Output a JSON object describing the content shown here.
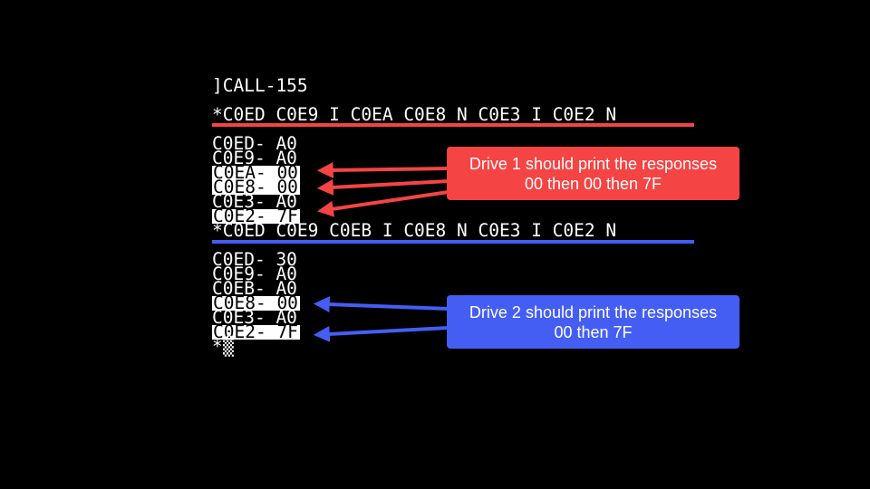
{
  "terminal": {
    "prompt_line": "]CALL-155",
    "command_drive1": "*C0ED C0E9 I C0EA C0E8 N C0E3 I C0E2 N",
    "drive1_responses": [
      {
        "text": "C0ED- A0",
        "highlighted": false
      },
      {
        "text": "C0E9- A0",
        "highlighted": false
      },
      {
        "text": "C0EA- 00",
        "highlighted": true
      },
      {
        "text": "C0E8- 00",
        "highlighted": true
      },
      {
        "text": "C0E3- A0",
        "highlighted": false
      },
      {
        "text": "C0E2- 7F",
        "highlighted": true
      }
    ],
    "command_drive2": "*C0ED C0E9 C0EB I C0E8 N C0E3 I C0E2 N",
    "drive2_responses": [
      {
        "text": "C0ED- 30",
        "highlighted": false
      },
      {
        "text": "C0E9- A0",
        "highlighted": false
      },
      {
        "text": "C0EB- A0",
        "highlighted": false
      },
      {
        "text": "C0E8- 00",
        "highlighted": true
      },
      {
        "text": "C0E3- A0",
        "highlighted": false
      },
      {
        "text": "C0E2- 7F",
        "highlighted": true
      }
    ],
    "final_prompt": "*",
    "cursor_glyph": "▒"
  },
  "callouts": {
    "drive1": {
      "line1": "Drive 1 should print the responses",
      "line2": "00 then 00 then 7F"
    },
    "drive2": {
      "line1": "Drive 2 should print the responses",
      "line2": "00 then 7F"
    }
  },
  "colors": {
    "background": "#000000",
    "terminal_text": "#ffffff",
    "drive1_accent": "#f44444",
    "drive2_accent": "#445ef4"
  }
}
